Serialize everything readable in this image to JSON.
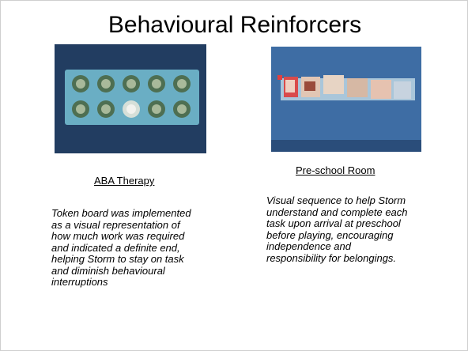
{
  "slide": {
    "title": "Behavioural Reinforcers",
    "left": {
      "caption": "ABA Therapy",
      "lines": [
        "Token board was implemented",
        "as a visual representation of",
        "how much work was required",
        "and indicated a definite end,",
        "helping Storm to stay on task",
        "and diminish behavioural",
        "interruptions"
      ]
    },
    "right": {
      "caption": "Pre-school Room",
      "lines": [
        "Visual sequence to help Storm",
        "understand and complete each",
        "task upon arrival at preschool",
        "before playing, encouraging",
        "independence and",
        "responsibility for belongings."
      ]
    }
  },
  "colors": {
    "photo_left_bg": "#1f3f66",
    "photo_left_board": "#6fb0c6",
    "photo_right_bg": "#3f6ea6",
    "photo_right_strip": "#8fb8d2"
  }
}
